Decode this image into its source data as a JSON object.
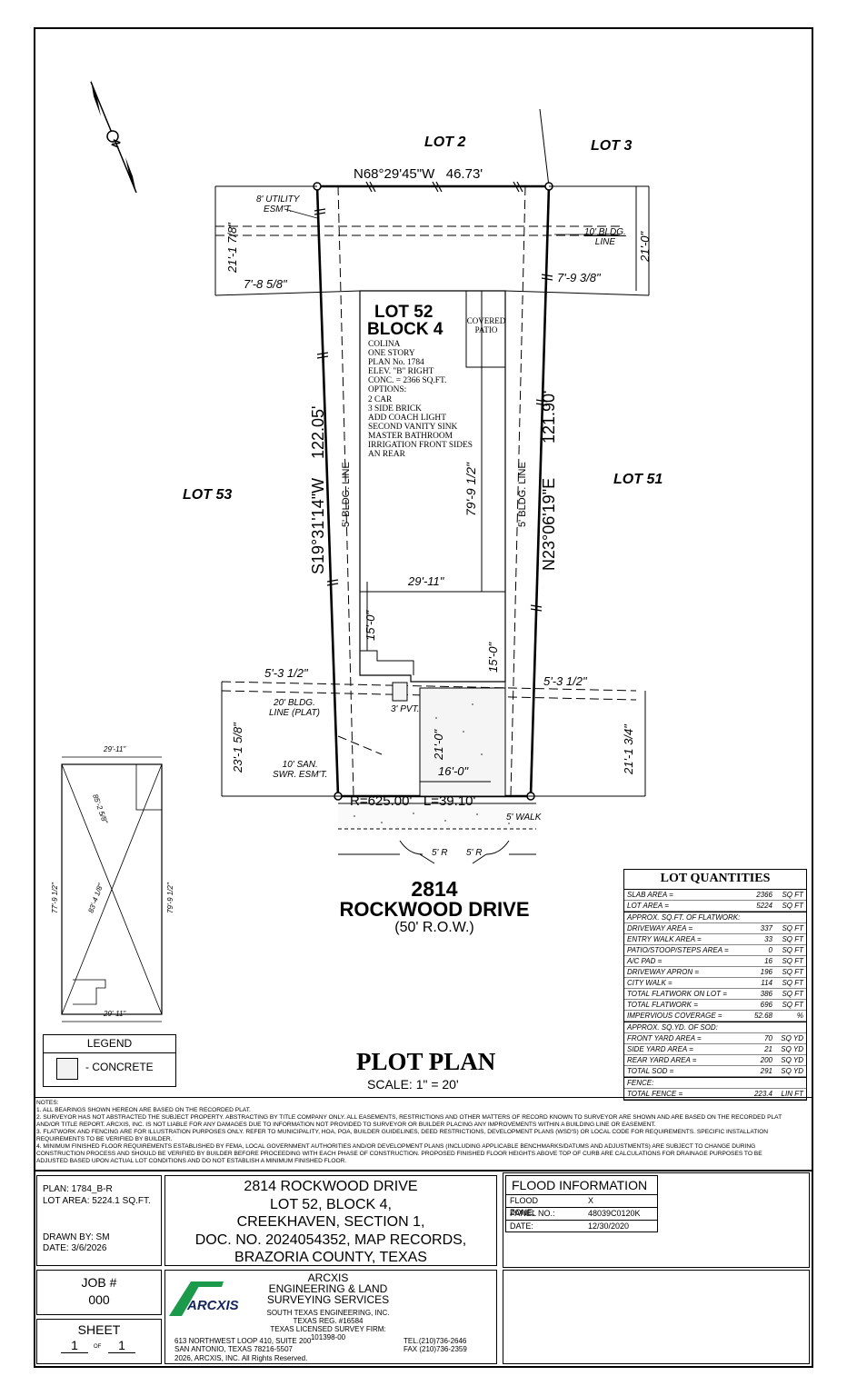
{
  "lots": {
    "lot2": "LOT 2",
    "lot3": "LOT 3",
    "lot51": "LOT 51",
    "lot53": "LOT 53",
    "lot52": "LOT 52",
    "block4": "BLOCK 4"
  },
  "bearings": {
    "top": "N68°29'45\"W",
    "top_len": "46.73'",
    "left": "S19°31'14\"W",
    "left_len": "122.05'",
    "right": "N23°06'19\"E",
    "right_len": "121.90'",
    "curve_r": "R=625.00'",
    "curve_l": "L=39.10'"
  },
  "easements": {
    "utility": "8' UTILITY",
    "utility2": "ESM'T.",
    "bldg_top": "10' BLDG.",
    "bldg_top2": "LINE",
    "bldg_front": "20' BLDG.",
    "bldg_front2": "LINE (PLAT)",
    "san": "10' SAN.",
    "san2": "SWR. ESM'T.",
    "side_left": "5' BLDG. LINE",
    "side_right": "5' BLDG. LINE",
    "pvt": "3' PVT.",
    "walk": "5' WALK",
    "r_left": "5' R",
    "r_right": "5' R",
    "covered": "COVERED",
    "patio": "PATIO"
  },
  "dims": {
    "d_21_1_78": "21'-1 7/8\"",
    "d_21_0_top": "21'-0\"",
    "d_7_8_58": "7'-8 5/8\"",
    "d_7_9_38": "7'-9 3/8\"",
    "d_79_9_12": "79'-9 1/2\"",
    "d_29_11": "29'-11\"",
    "d_15_0_a": "15'-0\"",
    "d_15_0_b": "15'-0\"",
    "d_5_3_12_a": "5'-3 1/2\"",
    "d_5_3_12_b": "5'-3 1/2\"",
    "d_23_1_58": "23'-1 5/8\"",
    "d_21_1_34": "21'-1 3/4\"",
    "d_21_0_drive": "21'-0\"",
    "d_16_0": "16'-0\""
  },
  "house_info": [
    "COLINA",
    "ONE STORY",
    "PLAN No. 1784",
    "ELEV. \"B\" RIGHT",
    "CONC. = 2366 SQ.FT.",
    "OPTIONS:",
    "2 CAR",
    "3 SIDE BRICK",
    "ADD COACH LIGHT",
    "SECOND VANITY SINK",
    "MASTER BATHROOM",
    "IRRIGATION FRONT SIDES",
    "AN REAR"
  ],
  "street": {
    "number": "2814",
    "name": "ROCKWOOD DRIVE",
    "row": "(50' R.O.W.)"
  },
  "slab": {
    "top": "29'-11\"",
    "bottom": "29'-11\"",
    "left": "77'-9 1/2\"",
    "right": "79'-9 1/2\"",
    "diag1": "85'-2 5/8\"",
    "diag2": "83'-4 1/8\""
  },
  "legend": {
    "title": "LEGEND",
    "item": "- CONCRETE"
  },
  "plot": {
    "title": "PLOT PLAN",
    "scale": "SCALE: 1\" = 20'"
  },
  "quantities": {
    "title": "LOT QUANTITIES",
    "group1": [
      {
        "label": "SLAB AREA =",
        "value": "2366",
        "unit": "SQ FT"
      },
      {
        "label": "LOT AREA =",
        "value": "5224",
        "unit": "SQ FT"
      }
    ],
    "flatwork_header": "APPROX. SQ.FT. OF FLATWORK:",
    "flatwork": [
      {
        "label": "DRIVEWAY AREA =",
        "value": "337",
        "unit": "SQ FT"
      },
      {
        "label": "ENTRY WALK AREA =",
        "value": "33",
        "unit": "SQ FT"
      },
      {
        "label": "PATIO/STOOP/STEPS AREA =",
        "value": "0",
        "unit": "SQ FT"
      },
      {
        "label": "A/C PAD =",
        "value": "16",
        "unit": "SQ FT"
      },
      {
        "label": "DRIVEWAY APRON =",
        "value": "196",
        "unit": "SQ FT"
      },
      {
        "label": "CITY WALK =",
        "value": "114",
        "unit": "SQ FT"
      },
      {
        "label": "TOTAL FLATWORK ON LOT =",
        "value": "386",
        "unit": "SQ FT"
      },
      {
        "label": "TOTAL FLATWORK =",
        "value": "696",
        "unit": "SQ FT"
      },
      {
        "label": "IMPERVIOUS COVERAGE =",
        "value": "52.68",
        "unit": "%"
      }
    ],
    "sod_header": "APPROX. SQ.YD. OF SOD:",
    "sod": [
      {
        "label": "FRONT YARD AREA =",
        "value": "70",
        "unit": "SQ YD"
      },
      {
        "label": "SIDE YARD AREA =",
        "value": "21",
        "unit": "SQ YD"
      },
      {
        "label": "REAR YARD AREA =",
        "value": "200",
        "unit": "SQ YD"
      },
      {
        "label": "TOTAL SOD =",
        "value": "291",
        "unit": "SQ YD"
      }
    ],
    "fence_header": "FENCE:",
    "fence": [
      {
        "label": "TOTAL FENCE =",
        "value": "223.4",
        "unit": "LIN FT"
      }
    ]
  },
  "notes": {
    "header": "NOTES:",
    "lines": [
      "1.  ALL BEARINGS SHOWN HEREON ARE BASED ON THE RECORDED PLAT.",
      "2.  SURVEYOR HAS NOT ABSTRACTED THE SUBJECT PROPERTY. ABSTRACTING BY TITLE COMPANY ONLY. ALL EASEMENTS, RESTRICTIONS AND OTHER MATTERS OF RECORD KNOWN TO SURVEYOR ARE SHOWN AND ARE BASED ON THE RECORDED PLAT",
      "     AND/OR TITLE REPORT. ARCXIS, INC. IS NOT LIABLE FOR ANY DAMAGES DUE TO INFORMATION NOT PROVIDED TO SURVEYOR OR BUILDER PLACING ANY IMPROVEMENTS WITHIN A BUILDING LINE OR EASEMENT.",
      "3.  FLATWORK AND FENCING ARE FOR ILLUSTRATION PURPOSES ONLY. REFER TO MUNICIPALITY, HOA, POA, BUILDER GUIDELINES, DEED RESTRICTIONS, DEVELOPMENT PLANS (WSD'S) OR LOCAL CODE FOR REQUIREMENTS. SPECIFIC INSTALLATION",
      "     REQUIREMENTS TO BE VERIFIED BY BUILDER.",
      "4.  MINIMUM FINISHED FLOOR REQUIREMENTS ESTABLISHED BY FEMA, LOCAL GOVERNMENT AUTHORITIES AND/OR DEVELOPMENT PLANS (INCLUDING APPLICABLE BENCHMARKS/DATUMS AND ADJUSTMENTS) ARE SUBJECT TO CHANGE DURING",
      "     CONSTRUCTION PROCESS AND SHOULD BE VERIFIED BY BUILDER BEFORE PROCEEDING WITH EACH PHASE OF CONSTRUCTION.  PROPOSED FINISHED FLOOR HEIGHTS ABOVE TOP OF CURB ARE CALCULATIONS FOR DRAINAGE PURPOSES TO BE",
      "     ADJUSTED BASED UPON ACTUAL LOT CONDITIONS AND DO NOT ESTABLISH A MINIMUM FINISHED FLOOR."
    ]
  },
  "titleblock": {
    "plan": "PLAN: 1784_B-R",
    "lot_area": "LOT AREA: 5224.1 SQ.FT.",
    "drawn_by": "DRAWN BY: SM",
    "date": "DATE: 3/6/2026",
    "desc": [
      "2814 ROCKWOOD DRIVE",
      "LOT 52, BLOCK 4,",
      "CREEKHAVEN, SECTION 1,",
      "DOC. NO. 2024054352, MAP RECORDS,",
      "BRAZORIA COUNTY, TEXAS"
    ],
    "job_label": "JOB #",
    "job_no": "000",
    "sheet_label": "SHEET",
    "sheet_no": "1",
    "sheet_of": "OF",
    "sheet_total": "1",
    "company_logo": "ARCXIS",
    "company": [
      "ARCXIS",
      "ENGINEERING & LAND",
      "SURVEYING SERVICES"
    ],
    "company_small": [
      "SOUTH TEXAS ENGINEERING, INC.",
      "TEXAS REG. #16584",
      "TEXAS LICENSED SURVEY FIRM: 101398-00"
    ],
    "address1": "613 NORTHWEST LOOP 410, SUITE 200",
    "address2": "SAN ANTONIO, TEXAS  78216-5507",
    "tel": "TEL.(210)736-2646",
    "fax": "FAX (210)736-2359",
    "copyright": "2026, ARCXIS, INC.  All Rights Reserved.",
    "flood_title": "FLOOD INFORMATION",
    "flood_zone_label": "FLOOD ZONE:",
    "flood_zone": "X",
    "panel_label": "PANEL NO.:",
    "panel": "48039C0120K",
    "flood_date_label": "DATE:",
    "flood_date": "12/30/2020"
  },
  "north_label": "N"
}
